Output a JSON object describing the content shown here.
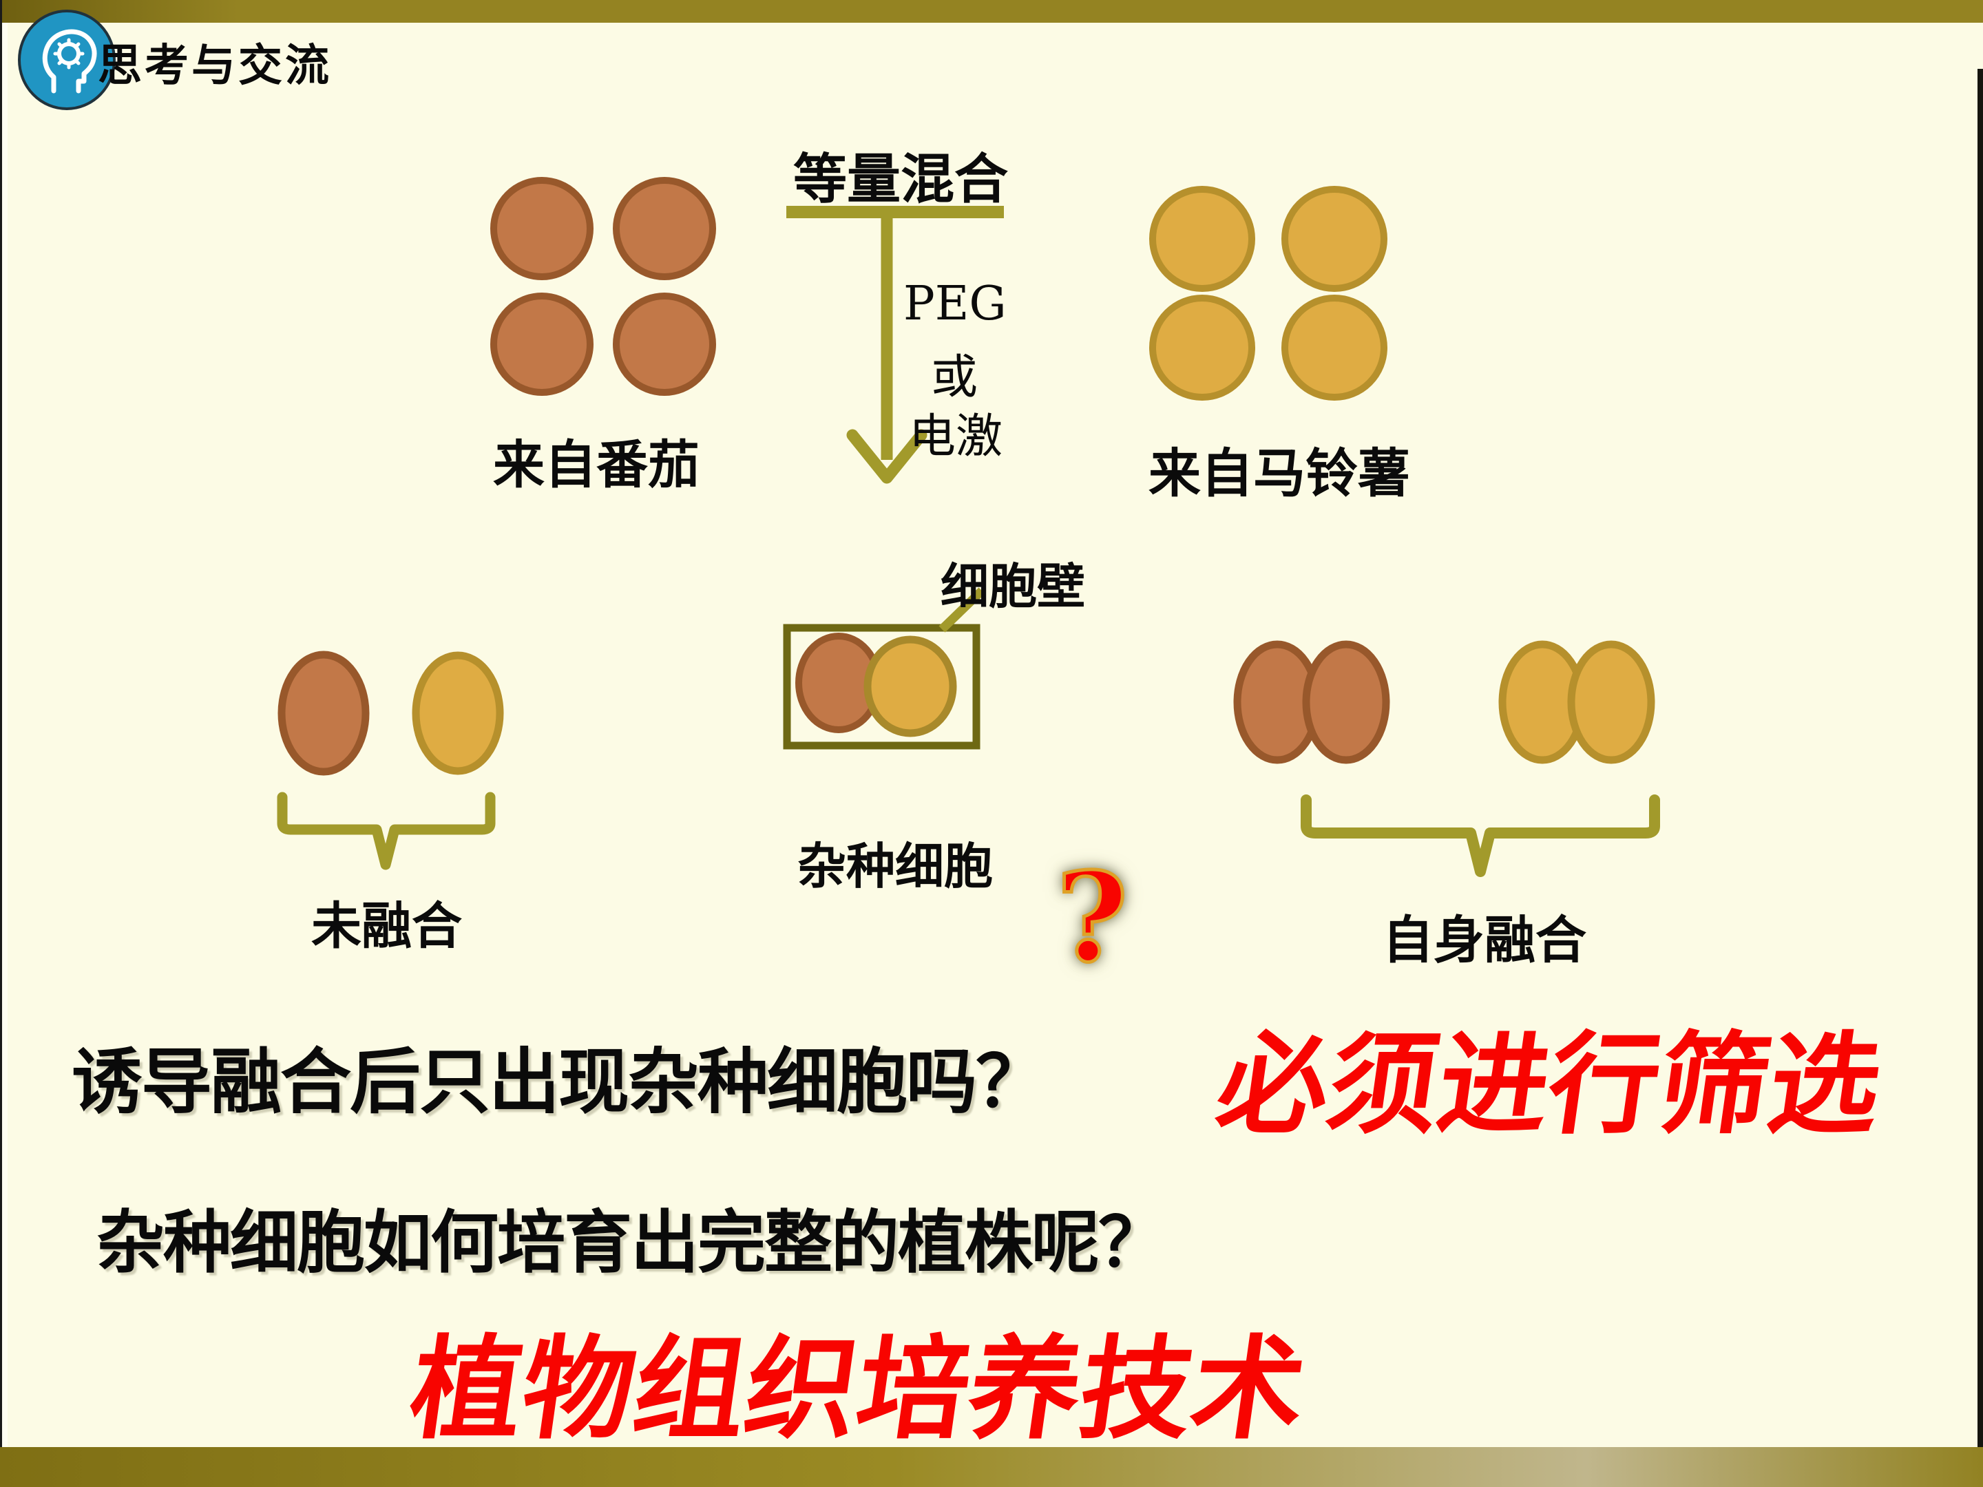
{
  "header": {
    "title": "思考与交流"
  },
  "diagram": {
    "mix_label": "等量混合",
    "method_peg": "PEG",
    "method_or": "或",
    "method_shock": "电激",
    "tomato_label": "来自番茄",
    "potato_label": "来自马铃薯",
    "cell_wall_label": "细胞壁",
    "unfused_label": "未融合",
    "hybrid_label": "杂种细胞",
    "self_fused_label": "自身融合",
    "question_mark": "?"
  },
  "questions": {
    "q1": "诱导融合后只出现杂种细胞吗？",
    "a1": "必须进行筛选",
    "q2": "杂种细胞如何培育出完整的植株呢？",
    "a2": "植物组织培养技术"
  },
  "colors": {
    "bg": "#FCFBE5",
    "bar_olive": "#948322",
    "olive_line": "#A29A2B",
    "box_olive": "#6E6813",
    "tomato_fill": "#C27848",
    "tomato_stroke": "#98582B",
    "potato_fill": "#DFAC43",
    "potato_stroke": "#B6902C",
    "red": "#F80400",
    "gold_outline": "#DFA126",
    "icon_blue": "#2095C3"
  }
}
